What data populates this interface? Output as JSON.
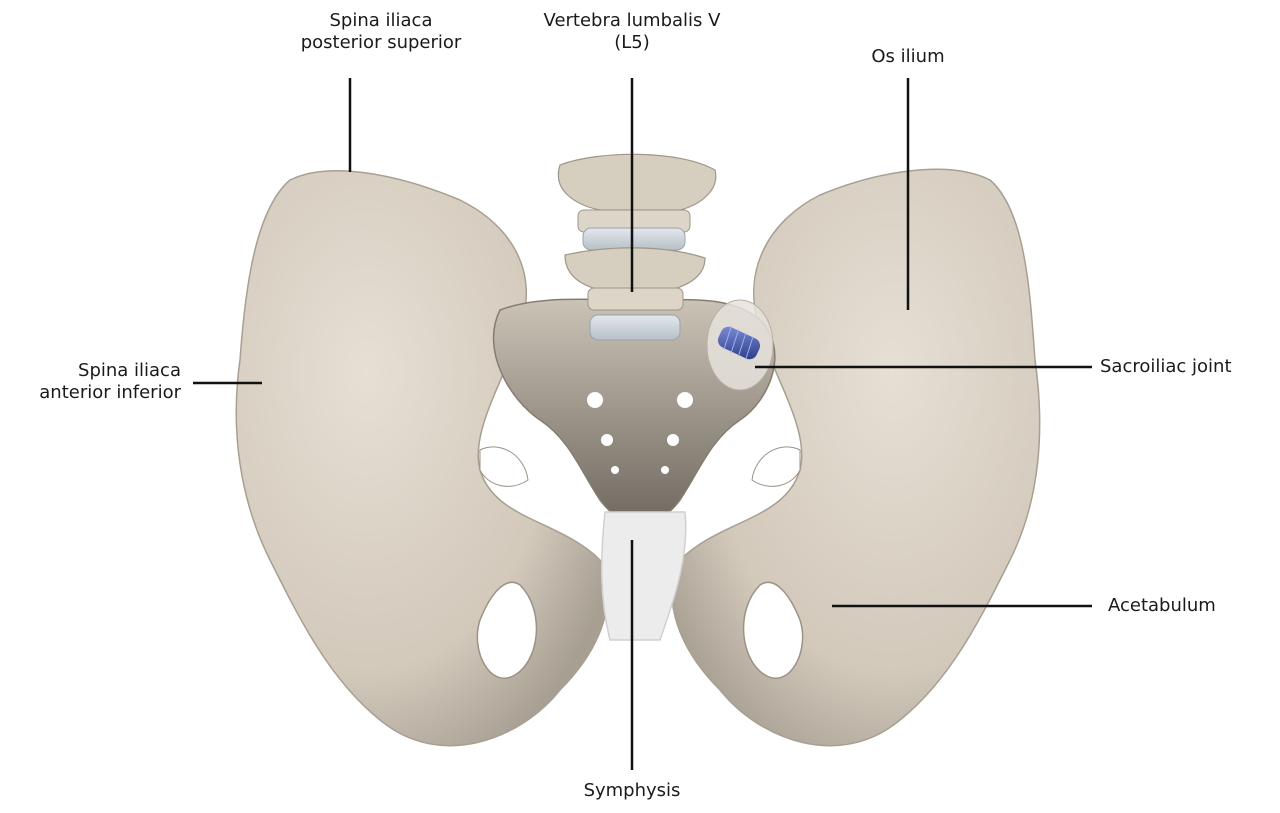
{
  "labels": {
    "spina_posterior": {
      "line1": "Spina iliaca",
      "line2": "posterior superior"
    },
    "vertebra": {
      "line1": "Vertebra lumbalis V",
      "line2": "(L5)"
    },
    "os_ilium": {
      "line1": "Os ilium"
    },
    "spina_anterior": {
      "line1": "Spina iliaca",
      "line2": "anterior inferior"
    },
    "sacroiliac": {
      "line1": "Sacroiliac joint"
    },
    "acetabulum": {
      "line1": "Acetabulum"
    },
    "symphysis": {
      "line1": "Symphysis"
    }
  },
  "colors": {
    "bone": "#d8d0c3",
    "bone_shadow": "#b9b0a2",
    "bone_dark": "#8f877b",
    "disc": "#cfd6dc",
    "cartilage": "#ececec",
    "implant": "#3a4fa8",
    "leader": "#111111"
  }
}
